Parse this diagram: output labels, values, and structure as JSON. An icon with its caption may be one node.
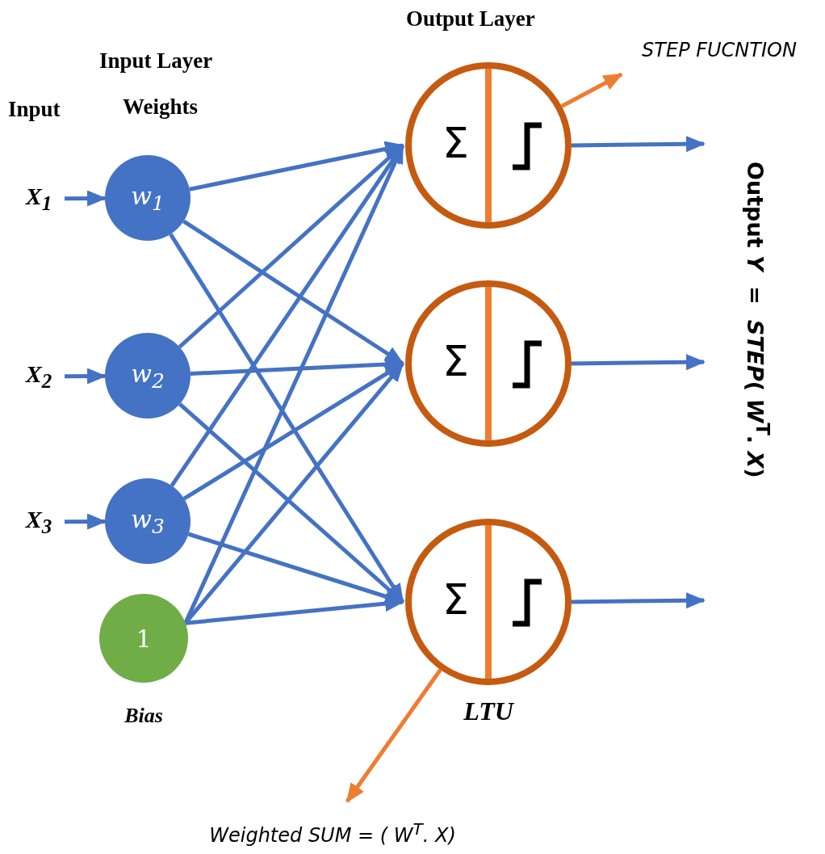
{
  "diagram": {
    "nodes": [
      {
        "text": [
          "X$_{1}$"
        ]
      },
      {
        "text": [
          "X$_{2}$"
        ]
      },
      {
        "text": [
          "X$_{3}$"
        ]
      },
      {
        "text": [
          "w$_{1}$"
        ]
      },
      {
        "text": [
          "w$_{2}$"
        ]
      },
      {
        "text": [
          "w$_{3}$"
        ]
      },
      {
        "text": [
          "1"
        ],
        "beside": [
          "Bias"
        ]
      },
      {
        "text": [
          "Σ"
        ]
      },
      {
        "text": [
          "Σ"
        ]
      },
      {
        "text": [
          "Σ"
        ],
        "beside": [
          "LTU"
        ]
      },
      {
        "text": [
          "STEP FUCNTION"
        ]
      },
      {
        "text": [
          "Weighted SUM = ( W$^{T}$. X)"
        ]
      }
    ],
    "edges": [
      {
        "from": 0,
        "to": 3,
        "arrow": "to"
      },
      {
        "from": 1,
        "to": 4,
        "arrow": "to"
      },
      {
        "from": 2,
        "to": 5,
        "arrow": "to"
      },
      {
        "from": 3,
        "to": 7,
        "arrow": "to"
      },
      {
        "from": 3,
        "to": 8,
        "arrow": "to"
      },
      {
        "from": 3,
        "to": 9,
        "arrow": "to"
      },
      {
        "from": 4,
        "to": 7,
        "arrow": "to"
      },
      {
        "from": 4,
        "to": 8,
        "arrow": "to"
      },
      {
        "from": 4,
        "to": 9,
        "arrow": "to"
      },
      {
        "from": 5,
        "to": 7,
        "arrow": "to"
      },
      {
        "from": 5,
        "to": 8,
        "arrow": "to"
      },
      {
        "from": 5,
        "to": 9,
        "arrow": "to"
      },
      {
        "from": 6,
        "to": 7,
        "arrow": "to"
      },
      {
        "from": 6,
        "to": 8,
        "arrow": "to"
      },
      {
        "from": 6,
        "to": 9,
        "arrow": "to"
      },
      {
        "from": 7,
        "to": null,
        "arrow": "to"
      },
      {
        "from": 8,
        "to": null,
        "arrow": "to"
      },
      {
        "from": 9,
        "to": null,
        "arrow": "to"
      },
      {
        "from": 7,
        "to": 10,
        "arrow": "to",
        "color": "#ed7d31"
      },
      {
        "from": 9,
        "to": 11,
        "arrow": "to",
        "color": "#ed7d31"
      }
    ],
    "labels": [
      "Output Layer",
      "Input Layer",
      "Input",
      "Weights",
      "Output *Y*  =  *STEP*( *W*$^{T}$. *X*)"
    ]
  }
}
